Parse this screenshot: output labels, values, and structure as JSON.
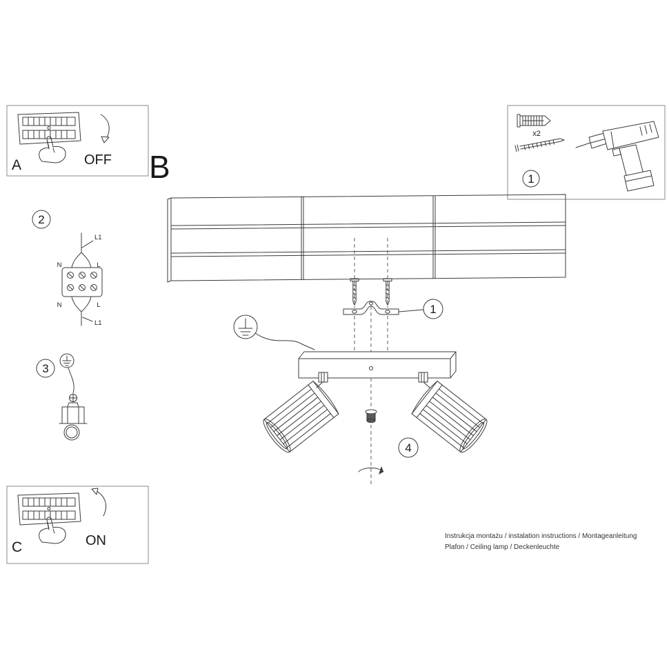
{
  "colors": {
    "line": "#3a3a3a",
    "frame": "#8a8a8a"
  },
  "panel_off": {
    "letter": "A",
    "label": "OFF"
  },
  "step_b": {
    "letter": "B"
  },
  "hardware_box": {
    "badge": "1",
    "anchor_count": "x2"
  },
  "step_2": {
    "badge": "2",
    "wiring_labels": {
      "top": "L1",
      "n_top": "N",
      "l_top": "L",
      "n_bottom": "N",
      "l_bottom": "L",
      "bottom": "L1"
    }
  },
  "step_3": {
    "badge": "3"
  },
  "panel_on": {
    "letter": "C",
    "label": "ON"
  },
  "assembly": {
    "bracket_badge": "1",
    "knob_badge": "4"
  },
  "footer": {
    "line1": "Instrukcja montażu / instalation instructions / Montageanleitung",
    "line2": "Plafon / Ceiling lamp / Deckenleuchte"
  }
}
